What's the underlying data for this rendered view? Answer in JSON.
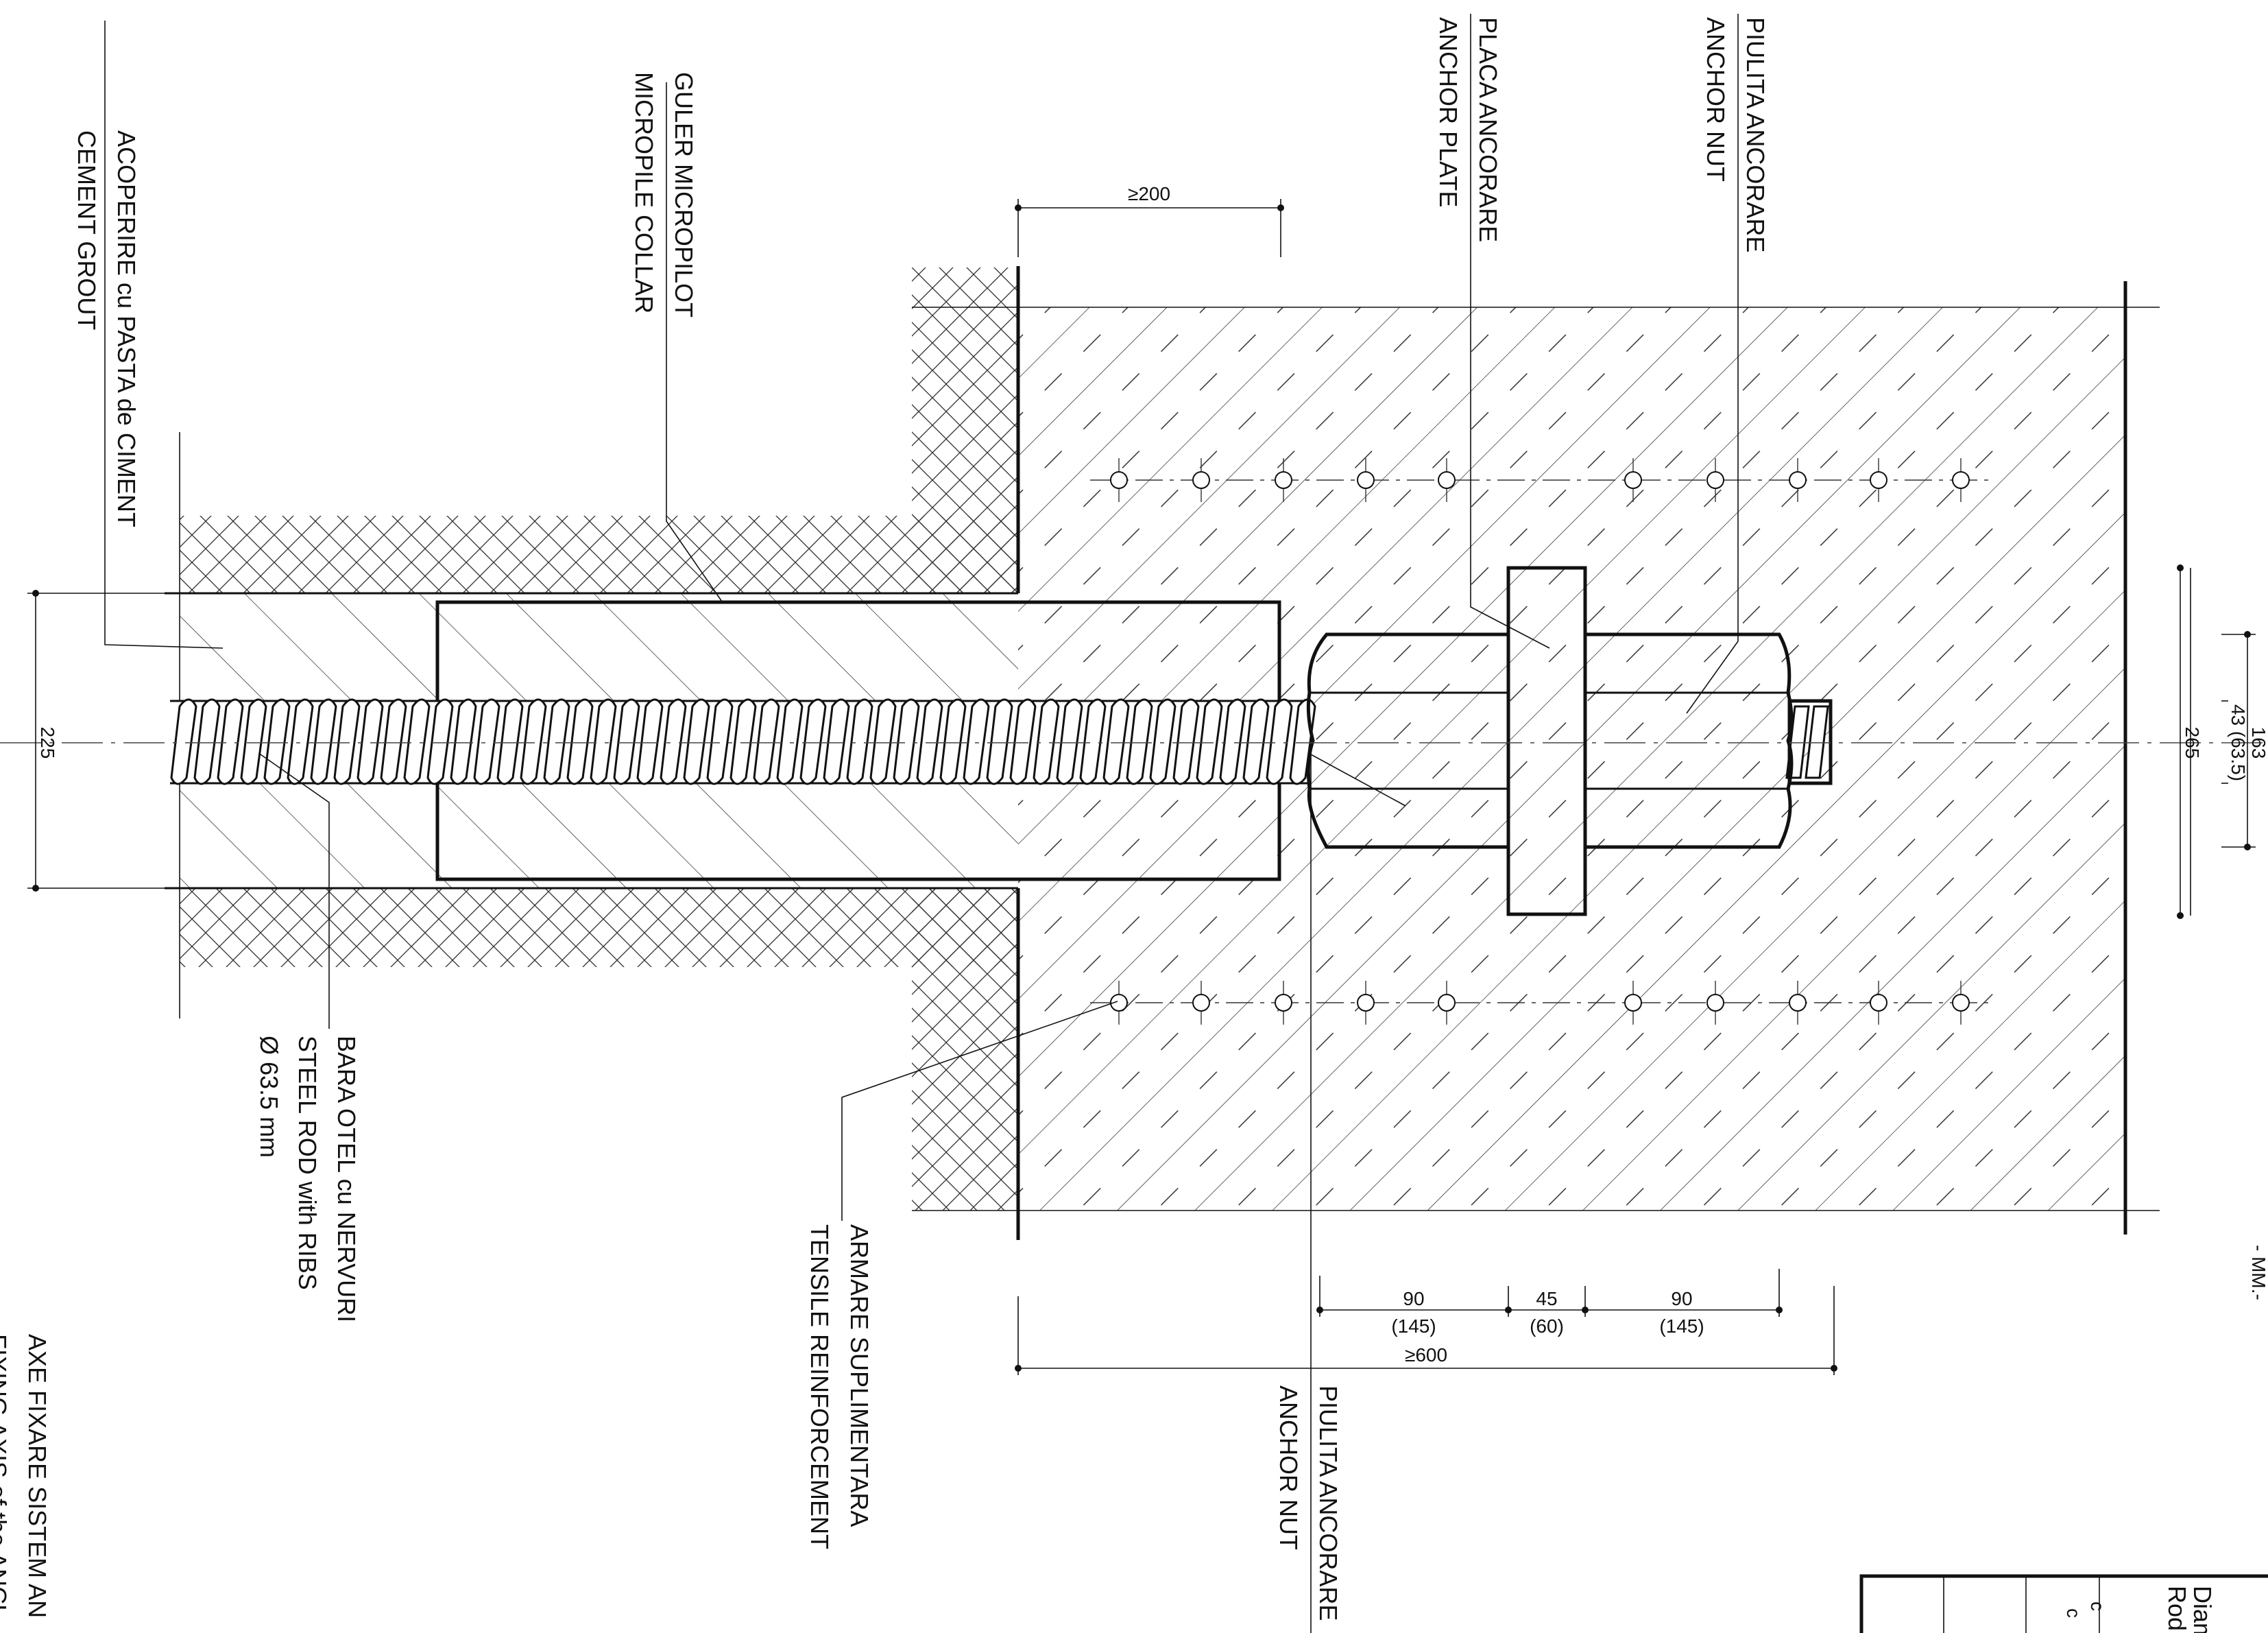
{
  "labels": {
    "cement_grout_ro": "ACOPERIRE cu PASTA de CIMENT",
    "cement_grout_en": "CEMENT GROUT",
    "micropile_collar_ro": "GULER MICROPILOT",
    "micropile_collar_en": "MICROPILE COLLAR",
    "anchor_plate_ro": "PLACA ANCORARE",
    "anchor_plate_en": "ANCHOR PLATE",
    "anchor_nut_top_ro": "PIULITA ANCORARE",
    "anchor_nut_top_en": "ANCHOR NUT",
    "steel_rod_ro": "BARA OTEL cu NERVURI",
    "steel_rod_en": "STEEL ROD with RIBS",
    "steel_rod_dia": "Ø 63.5 mm",
    "tensile_reinf_ro": "ARMARE SUPLIMENTARA",
    "tensile_reinf_en": "TENSILE REINFORCEMENT",
    "anchor_nut_bottom_ro": "PIULITA ANCORARE",
    "anchor_nut_bottom_en": "ANCHOR NUT",
    "fixing_axis_ro": "AXE FIXARE SISTEM AN",
    "fixing_axis_en": "FIXING AXIS of the ANCL",
    "units": "- MM.-"
  },
  "dimensions": {
    "collar_min": "≥200",
    "dia_225": "225",
    "dim_265": "265",
    "dim_163": "163",
    "dim_43": "43 (63.5)",
    "seg_90a": "90",
    "seg_90a_alt": "(145)",
    "seg_45": "45",
    "seg_45_alt": "(60)",
    "seg_90b": "90",
    "seg_90b_alt": "(145)",
    "total_min": "≥600"
  },
  "table": {
    "header_1": "Diam",
    "header_2": "Rod",
    "cell_1": "c",
    "cell_2": "c"
  }
}
